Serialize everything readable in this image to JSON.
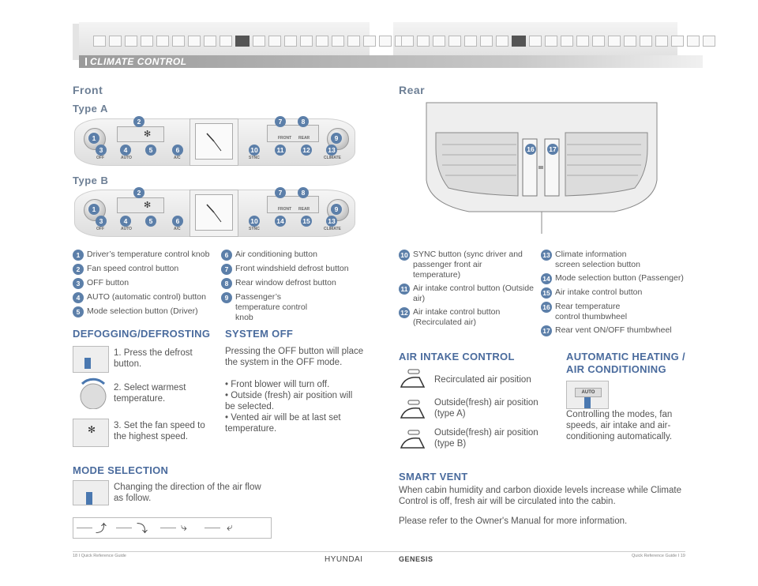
{
  "header": {
    "section_title": "CLIMATE CONTROL"
  },
  "front": {
    "heading": "Front",
    "type_a": "Type A",
    "type_b": "Type B",
    "panel_labels": {
      "off": "OFF",
      "auto": "AUTO",
      "ac": "A/C",
      "sync": "SYNC",
      "climate": "CLIMATE",
      "front": "FRONT",
      "rear": "REAR"
    },
    "items": [
      {
        "n": "1",
        "text": "Driver’s temperature control knob"
      },
      {
        "n": "2",
        "text": "Fan speed control button"
      },
      {
        "n": "3",
        "text": "OFF button"
      },
      {
        "n": "4",
        "text": "AUTO (automatic control) button"
      },
      {
        "n": "5",
        "text": "Mode selection button (Driver)"
      },
      {
        "n": "6",
        "text": "Air conditioning button"
      },
      {
        "n": "7",
        "text": "Front windshield defrost button"
      },
      {
        "n": "8",
        "text": "Rear window defrost button"
      },
      {
        "n": "9",
        "text": "Passenger’s temperature control knob"
      }
    ]
  },
  "rear": {
    "heading": "Rear",
    "items": [
      {
        "n": "10",
        "text": "SYNC button (sync driver and passenger front air temperature)"
      },
      {
        "n": "11",
        "text": "Air intake control button (Outside air)"
      },
      {
        "n": "12",
        "text": "Air intake control button (Recirculated air)"
      },
      {
        "n": "13",
        "text": "Climate information screen selection button"
      },
      {
        "n": "14",
        "text": "Mode selection button (Passenger)"
      },
      {
        "n": "15",
        "text": "Air intake control button"
      },
      {
        "n": "16",
        "text": "Rear temperature control thumbwheel"
      },
      {
        "n": "17",
        "text": "Rear vent ON/OFF thumbwheel"
      }
    ]
  },
  "defogging": {
    "heading": "DEFOGGING/DEFROSTING",
    "steps": [
      "1. Press the defrost button.",
      "2. Select warmest temperature.",
      "3. Set the fan speed to the highest speed."
    ]
  },
  "system_off": {
    "heading": "SYSTEM OFF",
    "intro": "Pressing the OFF button will place the system in the OFF mode.",
    "bullets": [
      "• Front blower will turn off.",
      "• Outside (fresh) air position will be selected.",
      "• Vented air will be at last set temperature."
    ]
  },
  "mode_selection": {
    "heading": "MODE SELECTION",
    "text": "Changing the direction of the air flow as follow."
  },
  "air_intake": {
    "heading": "AIR INTAKE CONTROL",
    "items": [
      "Recirculated air position",
      "Outside(fresh) air position (type A)",
      "Outside(fresh) air position (type B)"
    ]
  },
  "auto_heating": {
    "heading_1": "AUTOMATIC HEATING /",
    "heading_2": "AIR CONDITIONING",
    "button_label": "AUTO",
    "text": "Controlling the modes, fan speeds, air intake and air-conditioning automatically."
  },
  "smart_vent": {
    "heading": "SMART VENT",
    "text": "When cabin humidity and carbon dioxide levels increase while Climate Control is off, fresh air will be circulated into the cabin.",
    "note": "Please refer to the Owner's Manual for more information."
  },
  "footer": {
    "left": "18 I Quick Reference Guide",
    "right": "Quick Reference Guide I 19",
    "brand_1": "HYUNDAI",
    "brand_2": "GENESIS"
  },
  "colors": {
    "badge": "#5c7fa9",
    "heading_blue": "#4a6b9d",
    "section_gray": "#6d7f95"
  }
}
